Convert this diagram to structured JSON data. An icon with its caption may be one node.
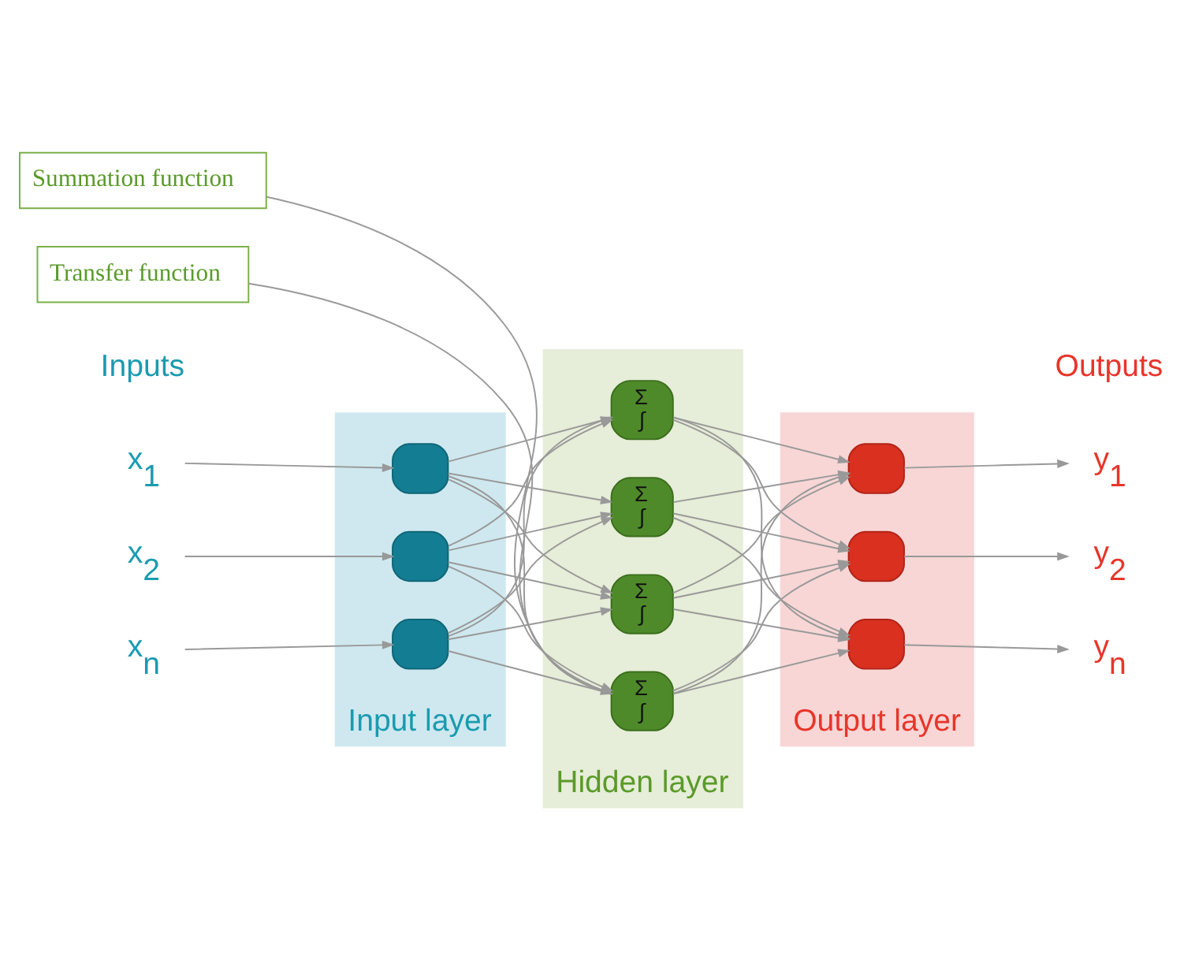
{
  "diagram": {
    "nodes": [
      {
        "text": [
          "Input layer"
        ]
      },
      {
        "text": [
          "Hidden layer"
        ]
      },
      {
        "text": [
          "Output layer"
        ]
      },
      {
        "text": [],
        "shape": "box",
        "in": 0
      },
      {
        "text": [],
        "shape": "box",
        "in": 0
      },
      {
        "text": [],
        "shape": "box",
        "in": 0
      },
      {
        "text": [
          "Σ",
          "∫"
        ],
        "in": 1
      },
      {
        "text": [
          "Σ",
          "∫"
        ],
        "in": 1
      },
      {
        "text": [
          "Σ",
          "∫"
        ],
        "in": 1
      },
      {
        "text": [
          "Σ",
          "∫"
        ],
        "in": 1
      },
      {
        "text": [],
        "shape": "box",
        "in": 2
      },
      {
        "text": [],
        "shape": "box",
        "in": 2
      },
      {
        "text": [],
        "shape": "box",
        "in": 2
      },
      {
        "text": [
          "x$_{1}$"
        ]
      },
      {
        "text": [
          "x$_{2}$"
        ]
      },
      {
        "text": [
          "x$_{n}$"
        ]
      },
      {
        "text": [
          "y$_{1}$"
        ]
      },
      {
        "text": [
          "y$_{2}$"
        ]
      },
      {
        "text": [
          "y$_{n}$"
        ]
      },
      {
        "text": [
          "Summation function"
        ]
      },
      {
        "text": [
          "Transfer function"
        ]
      }
    ],
    "edges": [
      {
        "from": 13,
        "to": 3,
        "arrow": "to"
      },
      {
        "from": 14,
        "to": 4,
        "arrow": "to"
      },
      {
        "from": 15,
        "to": 5,
        "arrow": "to"
      },
      {
        "from": 3,
        "to": 6,
        "arrow": "to"
      },
      {
        "from": 3,
        "to": 7,
        "arrow": "to"
      },
      {
        "from": 3,
        "to": 8,
        "arrow": "to"
      },
      {
        "from": 3,
        "to": 9,
        "arrow": "to"
      },
      {
        "from": 4,
        "to": 6,
        "arrow": "to"
      },
      {
        "from": 4,
        "to": 7,
        "arrow": "to"
      },
      {
        "from": 4,
        "to": 8,
        "arrow": "to"
      },
      {
        "from": 4,
        "to": 9,
        "arrow": "to"
      },
      {
        "from": 5,
        "to": 6,
        "arrow": "to"
      },
      {
        "from": 5,
        "to": 7,
        "arrow": "to"
      },
      {
        "from": 5,
        "to": 8,
        "arrow": "to"
      },
      {
        "from": 5,
        "to": 9,
        "arrow": "to"
      },
      {
        "from": 6,
        "to": 10,
        "arrow": "to"
      },
      {
        "from": 6,
        "to": 11,
        "arrow": "to"
      },
      {
        "from": 6,
        "to": 12,
        "arrow": "to"
      },
      {
        "from": 7,
        "to": 10,
        "arrow": "to"
      },
      {
        "from": 7,
        "to": 11,
        "arrow": "to"
      },
      {
        "from": 7,
        "to": 12,
        "arrow": "to"
      },
      {
        "from": 8,
        "to": 10,
        "arrow": "to"
      },
      {
        "from": 8,
        "to": 11,
        "arrow": "to"
      },
      {
        "from": 8,
        "to": 12,
        "arrow": "to"
      },
      {
        "from": 9,
        "to": 10,
        "arrow": "to"
      },
      {
        "from": 9,
        "to": 11,
        "arrow": "to"
      },
      {
        "from": 9,
        "to": 12,
        "arrow": "to"
      },
      {
        "from": 10,
        "to": 16,
        "arrow": "to"
      },
      {
        "from": 11,
        "to": 17,
        "arrow": "to"
      },
      {
        "from": 12,
        "to": 18,
        "arrow": "to"
      },
      {
        "from": 19,
        "to": 6,
        "arrow": "none"
      },
      {
        "from": 20,
        "to": 6,
        "arrow": "none"
      }
    ],
    "labels": [
      "Inputs",
      "Outputs"
    ]
  }
}
